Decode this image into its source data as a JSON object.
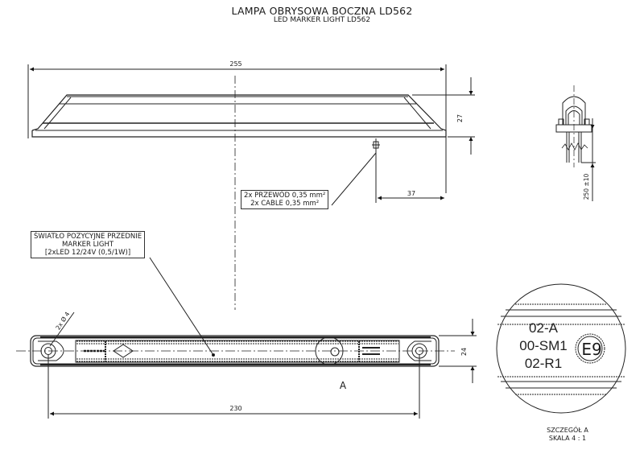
{
  "title": {
    "main": "LAMPA OBRYSOWA BOCZNA LD562",
    "sub": "LED MARKER LIGHT LD562"
  },
  "dimensions": {
    "overall_length": "255",
    "height": "27",
    "cable_offset": "37",
    "cable_length": "250 ±10",
    "width": "24",
    "hole_spacing": "230",
    "hole_diameter": "2x Ø 4"
  },
  "callouts": {
    "cable": [
      "2x PRZEWÓD 0,35 mm²",
      "2x CABLE 0,35 mm²"
    ],
    "light": [
      "ŚWIATŁO POZYCYJNE PRZEDNIE",
      "MARKER LIGHT",
      "[2xLED 12/24V (0,5/1W)]"
    ]
  },
  "detail": {
    "marker": "A",
    "lines": [
      "02-A",
      "00-SM1",
      "02-R1"
    ],
    "approval_mark": "E9",
    "caption": [
      "SZCZEGÓŁ A",
      "SKALA 4 : 1"
    ]
  }
}
